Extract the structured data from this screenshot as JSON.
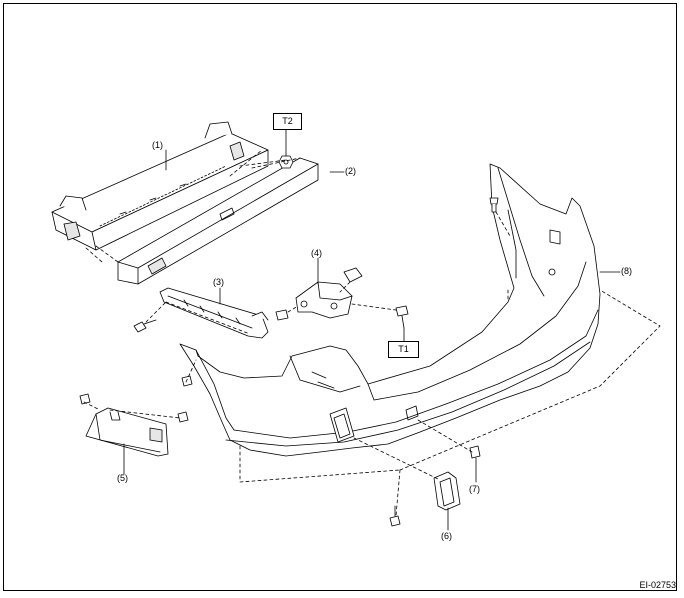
{
  "labels": {
    "p1": "(1)",
    "p2": "(2)",
    "p3": "(3)",
    "p4": "(4)",
    "p5": "(5)",
    "p6": "(6)",
    "p7": "(7)",
    "p8": "(8)"
  },
  "torques": {
    "t1": "T1",
    "t2": "T2"
  },
  "figure_id": "EI-02753",
  "colors": {
    "line": "#000000",
    "fill": "#ffffff",
    "shade": "#d9d9d9"
  }
}
